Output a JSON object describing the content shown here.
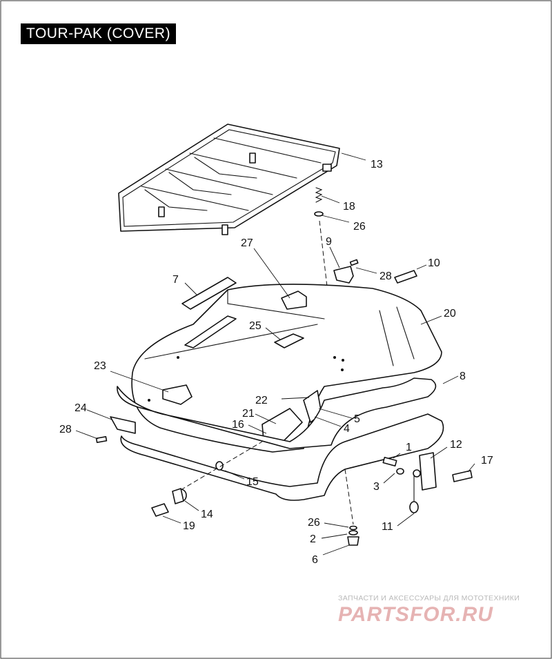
{
  "title": "TOUR-PAK (COVER)",
  "watermark": {
    "caption": "ЗАПЧАСТИ И АКСЕССУАРЫ ДЛЯ МОТОТЕХНИКИ",
    "logo": "PARTSFOR.RU",
    "logo_color": "#e6b3b3"
  },
  "callouts": {
    "c13": "13",
    "c18": "18",
    "c26a": "26",
    "c27": "27",
    "c9": "9",
    "c10": "10",
    "c28a": "28",
    "c7": "7",
    "c20": "20",
    "c25": "25",
    "c8": "8",
    "c23": "23",
    "c22": "22",
    "c5": "5",
    "c21": "21",
    "c4": "4",
    "c16": "16",
    "c24": "24",
    "c28b": "28",
    "c1": "1",
    "c12": "12",
    "c17": "17",
    "c3": "3",
    "c15": "15",
    "c14": "14",
    "c11": "11",
    "c19": "19",
    "c26b": "26",
    "c2": "2",
    "c6": "6"
  }
}
